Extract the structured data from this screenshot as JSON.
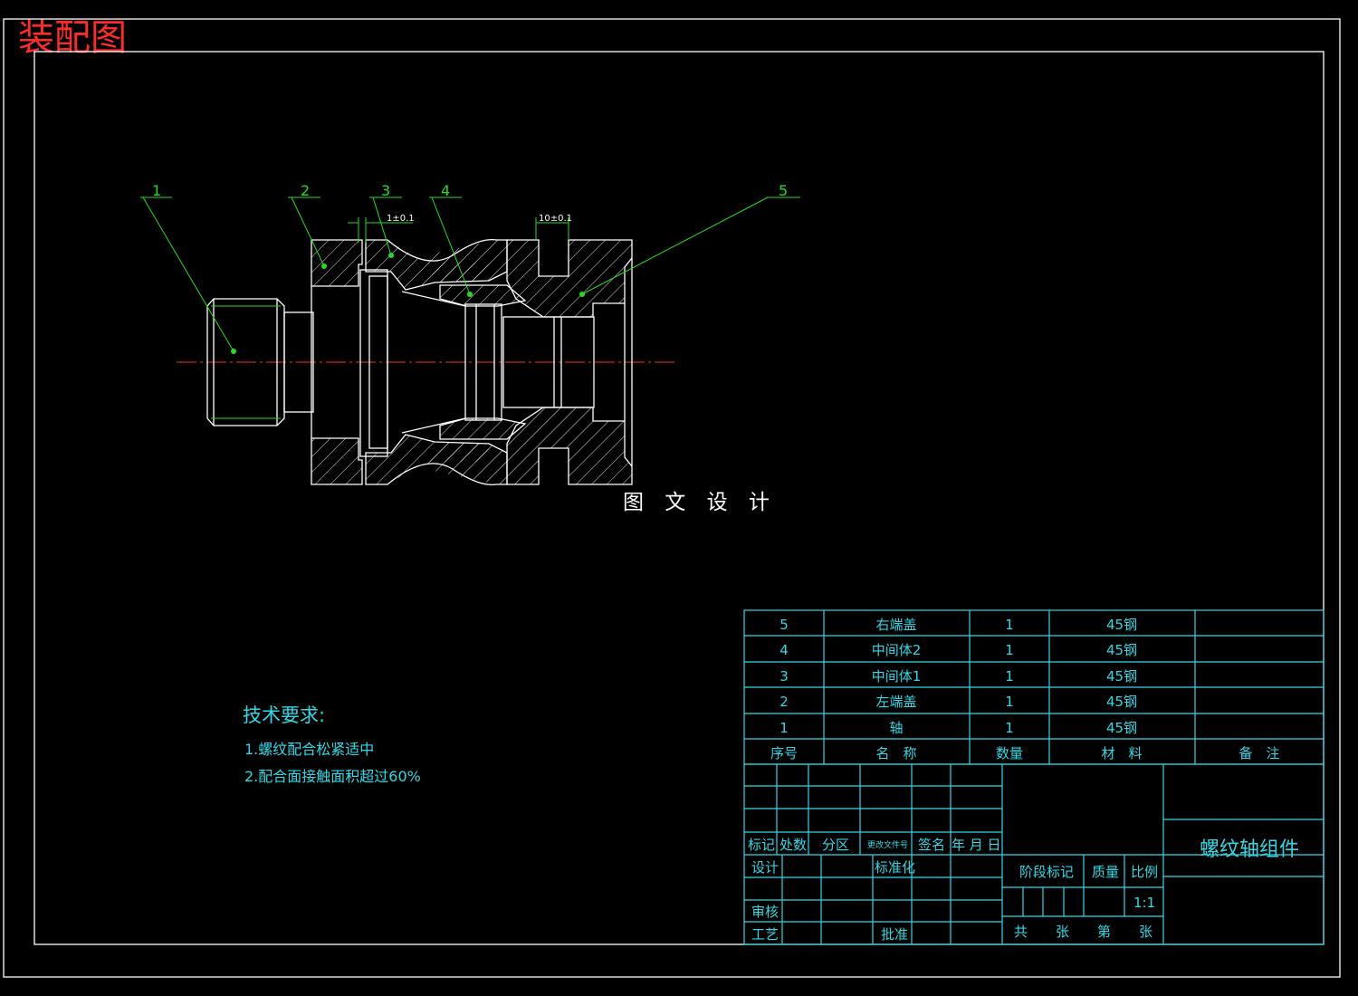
{
  "drawing_title": "装配图",
  "watermark": "图 文 设 计",
  "balloons": [
    "1",
    "2",
    "3",
    "4",
    "5"
  ],
  "dimensions": [
    "1±0.1",
    "10±0.1"
  ],
  "tech_requirements": {
    "heading": "技术要求:",
    "items": [
      "1.螺纹配合松紧适中",
      "2.配合面接触面积超过60%"
    ]
  },
  "parts_list": {
    "rows": [
      {
        "no": "5",
        "name": "右端盖",
        "qty": "1",
        "material": "45钢",
        "remark": ""
      },
      {
        "no": "4",
        "name": "中间体2",
        "qty": "1",
        "material": "45钢",
        "remark": ""
      },
      {
        "no": "3",
        "name": "中间体1",
        "qty": "1",
        "material": "45钢",
        "remark": ""
      },
      {
        "no": "2",
        "name": "左端盖",
        "qty": "1",
        "material": "45钢",
        "remark": ""
      },
      {
        "no": "1",
        "name": "轴",
        "qty": "1",
        "material": "45钢",
        "remark": ""
      }
    ],
    "header": {
      "no": "序号",
      "name": "名　称",
      "qty": "数量",
      "material": "材　料",
      "remark": "备　注"
    }
  },
  "title_block": {
    "rev_headers": [
      "标记",
      "处数",
      "分区",
      "更改文件号",
      "签名",
      "年 月 日"
    ],
    "design": "设计",
    "standardize": "标准化",
    "review": "审核",
    "process": "工艺",
    "approve": "批准",
    "stage_mark": "阶段标记",
    "mass": "质量",
    "scale_label": "比例",
    "scale_value": "1:1",
    "total": "共",
    "sheets": "张",
    "sheet_no": "第",
    "sheets2": "张",
    "drawing_name": "螺纹轴组件"
  },
  "colors": {
    "background": "#000000",
    "frame": "#ffffff",
    "table": "#2fd9e6",
    "leader": "#22dd22",
    "centerline": "#ff3030",
    "title": "#ff2a2a"
  }
}
